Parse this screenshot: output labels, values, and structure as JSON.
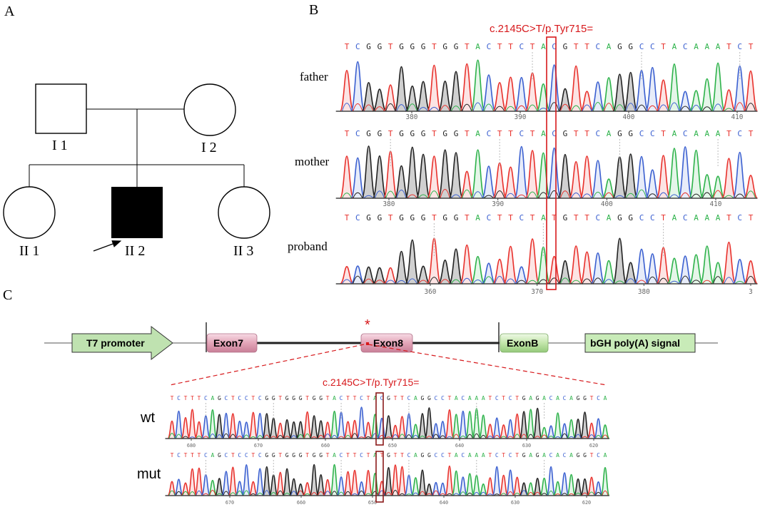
{
  "panels": {
    "a": "A",
    "b": "B",
    "c": "C"
  },
  "pedigree": {
    "i1": "I 1",
    "i2": "I 2",
    "ii1": "II 1",
    "ii2": "II 2",
    "ii3": "II 3"
  },
  "sanger": {
    "mutation_label": "c.2145C>T/p.Tyr715=",
    "seq_ref": "TCGGTGGGTGGTACTTCTACGTTCAGGCCTACAAATCT",
    "seq_mut": "TCGGTGGGTGGTACTTCTATGTTCAGGCCTACAAATCT",
    "rows": [
      {
        "label": "father",
        "ticks": [
          "380",
          "390",
          "400",
          "410"
        ]
      },
      {
        "label": "mother",
        "ticks": [
          "380",
          "390",
          "400",
          "410"
        ]
      },
      {
        "label": "proband",
        "ticks": [
          "360",
          "370",
          "380",
          "3"
        ]
      }
    ]
  },
  "construct": {
    "t7": "T7 promoter",
    "exon7": "Exon7",
    "exon8": "Exon8",
    "exonb": "ExonB",
    "bgh": "bGH poly(A) signal",
    "asterisk": "*",
    "mutation_label": "c.2145C>T/p.Tyr715=",
    "seq_wt": "TCTTTCAGCTCCTCGGTGGGTGGTACTTCTACGTTCAGGCCTACAAATCTCTGAGACACAGGTCA",
    "seq_mut": "TCTTTCAGCTCCTCGGTGGGTGGTACTTCTATGTTCAGGCCTACAAATCTCTGAGACACAGGTCA",
    "wt_label": "wt",
    "mut_label": "mut",
    "wt_ticks": [
      "680",
      "670",
      "660",
      "650",
      "640",
      "630",
      "620"
    ],
    "mut_ticks": [
      "670",
      "660",
      "650",
      "640",
      "630",
      "620"
    ]
  },
  "colors": {
    "A": "#2db24a",
    "C": "#3a5fd0",
    "G": "#222222",
    "T": "#e8312c",
    "highlight": "#d7191c",
    "exon_pink": "#e9b6c6",
    "exon_green": "#c9e8b5",
    "t7_fill": "#bfe2b0",
    "bgh_fill": "#c8ebb8"
  }
}
